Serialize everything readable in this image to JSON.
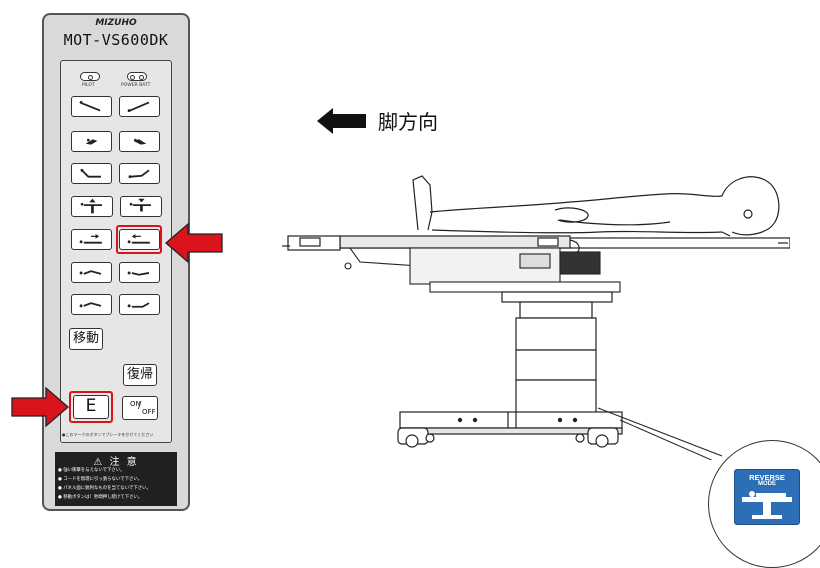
{
  "panel": {
    "brand": "MIZUHO",
    "model": "MOT-VS600DK",
    "indicators": [
      {
        "label": "PILOT"
      },
      {
        "label": "POWER BATT"
      }
    ],
    "buttons": {
      "move": "移動",
      "restore": "復帰",
      "e": "E",
      "on": "ON",
      "off": "OFF"
    },
    "footnote": "●このマークのボタンでブレーキをかけてください",
    "warning_title": "⚠ 注 意",
    "warnings": [
      "● 強い衝撃を与えないで下さい。",
      "● コードを無理に引っ張らないで下さい。",
      "● パネル面に鋭利なものを当てないで下さい。",
      "● 移動ボタンは！秒間押し続けて下さい。"
    ]
  },
  "diagram": {
    "direction_label": "脚方向"
  },
  "badge": {
    "line1": "REVERSE",
    "line2": "MODE"
  },
  "colors": {
    "highlight_red": "#d9141d",
    "badge_blue": "#2d6fb6",
    "arrow_black": "#111111"
  }
}
